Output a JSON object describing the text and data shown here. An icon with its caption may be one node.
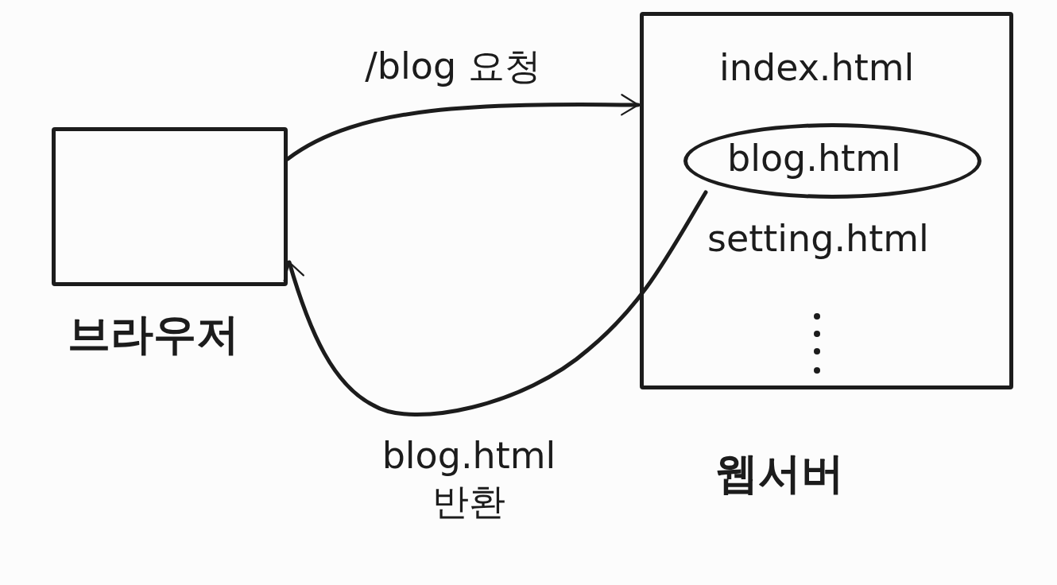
{
  "diagram": {
    "nodes": [
      {
        "text": [],
        "shape": "box",
        "beside": [
          "브라우저"
        ]
      },
      {
        "text": [
          "index.html",
          "setting.html"
        ],
        "beside": [
          "웹서버"
        ]
      },
      {
        "text": [
          "blog.html"
        ],
        "in": 1
      }
    ],
    "edges": [
      {
        "from": 0,
        "to": 1,
        "arrow": "to",
        "label": "/blog 요청"
      },
      {
        "from": 2,
        "to": 0,
        "arrow": "to",
        "label": "blog.html 반환"
      }
    ]
  }
}
